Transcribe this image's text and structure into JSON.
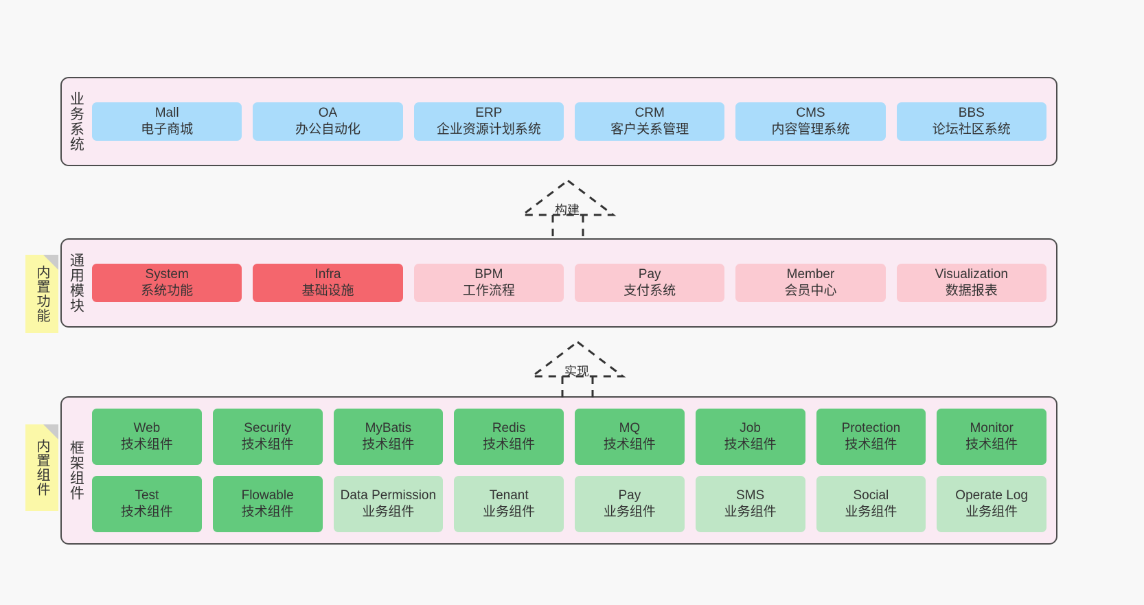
{
  "diagram": {
    "title": "framework-architecture",
    "background_color": "#f8f8f8",
    "container_fill": "#faeaf3",
    "container_border": "#4d4d4d"
  },
  "layers": [
    {
      "key": "business",
      "title": "业务系统",
      "card_color": "#aadcfb",
      "rows": [
        [
          {
            "name": "Mall",
            "desc": "电子商城"
          },
          {
            "name": "OA",
            "desc": "办公自动化"
          },
          {
            "name": "ERP",
            "desc": "企业资源计划系统"
          },
          {
            "name": "CRM",
            "desc": "客户关系管理"
          },
          {
            "name": "CMS",
            "desc": "内容管理系统"
          },
          {
            "name": "BBS",
            "desc": "论坛社区系统"
          }
        ]
      ]
    },
    {
      "key": "common",
      "title": "通用模块",
      "note": "内置功能",
      "note_color": "#fbf8a8",
      "rows": [
        [
          {
            "name": "System",
            "desc": "系统功能",
            "variant": "c-red"
          },
          {
            "name": "Infra",
            "desc": "基础设施",
            "variant": "c-red"
          },
          {
            "name": "BPM",
            "desc": "工作流程",
            "variant": "c-pink"
          },
          {
            "name": "Pay",
            "desc": "支付系统",
            "variant": "c-pink"
          },
          {
            "name": "Member",
            "desc": "会员中心",
            "variant": "c-pink"
          },
          {
            "name": "Visualization",
            "desc": "数据报表",
            "variant": "c-pink"
          }
        ]
      ]
    },
    {
      "key": "framework",
      "title": "框架组件",
      "note": "内置组件",
      "note_color": "#fbf8a8",
      "rows": [
        [
          {
            "name": "Web",
            "desc": "技术组件",
            "variant": "c-green"
          },
          {
            "name": "Security",
            "desc": "技术组件",
            "variant": "c-green"
          },
          {
            "name": "MyBatis",
            "desc": "技术组件",
            "variant": "c-green"
          },
          {
            "name": "Redis",
            "desc": "技术组件",
            "variant": "c-green"
          },
          {
            "name": "MQ",
            "desc": "技术组件",
            "variant": "c-green"
          },
          {
            "name": "Job",
            "desc": "技术组件",
            "variant": "c-green"
          },
          {
            "name": "Protection",
            "desc": "技术组件",
            "variant": "c-green"
          },
          {
            "name": "Monitor",
            "desc": "技术组件",
            "variant": "c-green"
          }
        ],
        [
          {
            "name": "Test",
            "desc": "技术组件",
            "variant": "c-green"
          },
          {
            "name": "Flowable",
            "desc": "技术组件",
            "variant": "c-green"
          },
          {
            "name": "Data Permission",
            "desc": "业务组件",
            "variant": "c-lightgreen"
          },
          {
            "name": "Tenant",
            "desc": "业务组件",
            "variant": "c-lightgreen"
          },
          {
            "name": "Pay",
            "desc": "业务组件",
            "variant": "c-lightgreen"
          },
          {
            "name": "SMS",
            "desc": "业务组件",
            "variant": "c-lightgreen"
          },
          {
            "name": "Social",
            "desc": "业务组件",
            "variant": "c-lightgreen"
          },
          {
            "name": "Operate Log",
            "desc": "业务组件",
            "variant": "c-lightgreen"
          }
        ]
      ]
    }
  ],
  "connectors": [
    {
      "key": "build",
      "label": "构建",
      "style": "dashed-generalization"
    },
    {
      "key": "implement",
      "label": "实现",
      "style": "dashed-generalization"
    }
  ]
}
